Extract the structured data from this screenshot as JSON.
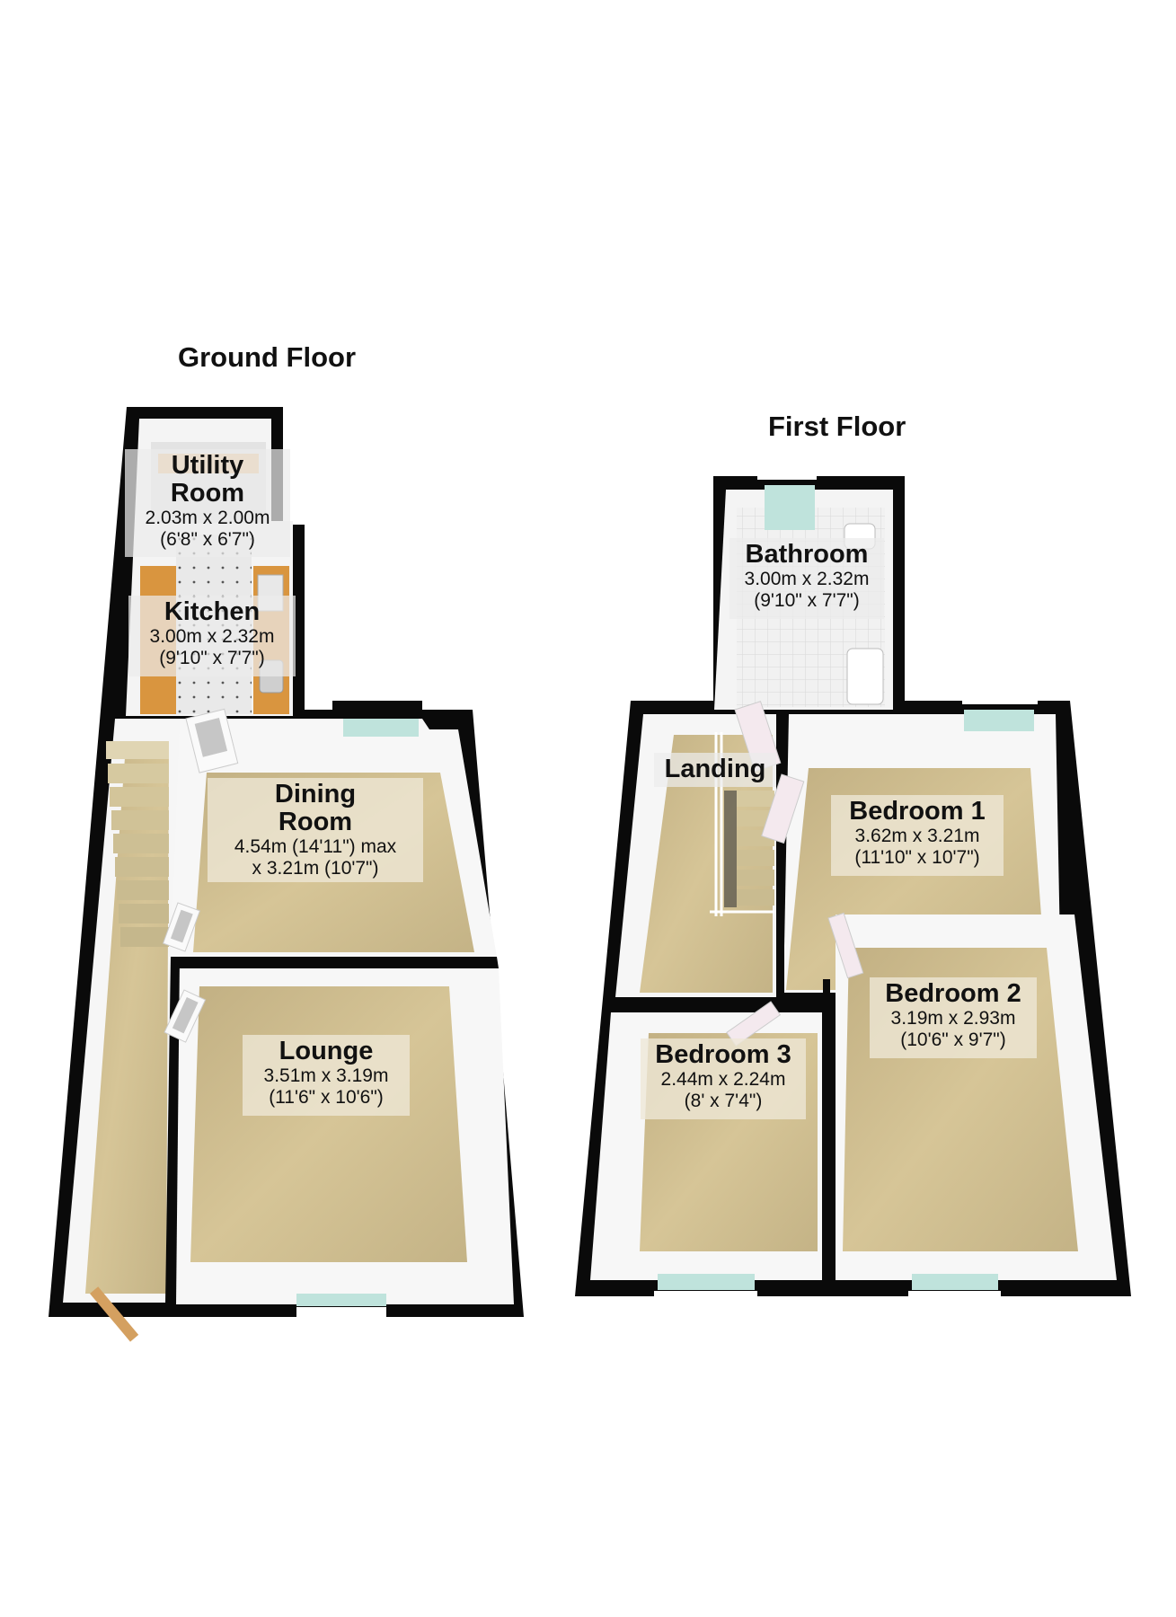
{
  "floors": [
    {
      "title": "Ground Floor",
      "rooms": [
        {
          "name_line1": "Utility",
          "name_line2": "Room",
          "dim_metric": "2.03m x 2.00m",
          "dim_imperial": "(6'8\" x 6'7\")"
        },
        {
          "name": "Kitchen",
          "dim_metric": "3.00m x 2.32m",
          "dim_imperial": "(9'10\" x 7'7\")"
        },
        {
          "name_line1": "Dining",
          "name_line2": "Room",
          "dim_line1": "4.54m (14'11\") max",
          "dim_line2": "x 3.21m (10'7\")"
        },
        {
          "name": "Lounge",
          "dim_metric": "3.51m x 3.19m",
          "dim_imperial": "(11'6\" x 10'6\")"
        }
      ]
    },
    {
      "title": "First Floor",
      "rooms": [
        {
          "name": "Bathroom",
          "dim_metric": "3.00m x 2.32m",
          "dim_imperial": "(9'10\" x 7'7\")"
        },
        {
          "name": "Landing"
        },
        {
          "name": "Bedroom 1",
          "dim_metric": "3.62m x 3.21m",
          "dim_imperial": "(11'10\" x 10'7\")"
        },
        {
          "name": "Bedroom 2",
          "dim_metric": "3.19m x 2.93m",
          "dim_imperial": "(10'6\" x 9'7\")"
        },
        {
          "name": "Bedroom 3",
          "dim_metric": "2.44m x 2.24m",
          "dim_imperial": "(8' x 7'4\")"
        }
      ]
    }
  ],
  "colors": {
    "wall": "#0a0a0a",
    "carpet": "#c9b98c",
    "tile_floor": "#e6e6e6",
    "worktop": "#d9953f",
    "window": "#bfe3dc",
    "label_bg": "#ece6d3"
  }
}
